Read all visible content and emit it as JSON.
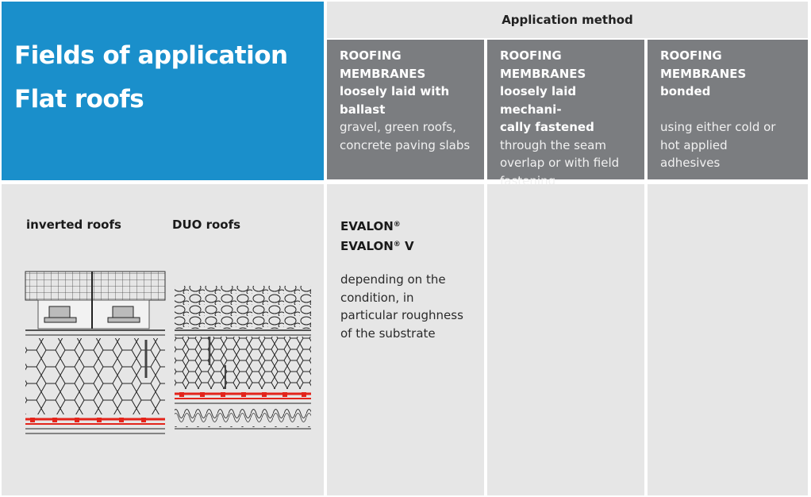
{
  "title": {
    "line1": "Fields of application",
    "line2": "Flat roofs"
  },
  "header": {
    "application_method": "Application method"
  },
  "columns": [
    {
      "title1": "ROOFING",
      "title2": "MEMBRANES",
      "bold_lines": [
        "loosely laid with",
        "ballast"
      ],
      "normal_lines": [
        "gravel, green roofs,",
        "concrete paving slabs"
      ]
    },
    {
      "title1": "ROOFING",
      "title2": "MEMBRANES",
      "bold_lines": [
        "loosely laid mechani-",
        "cally fastened"
      ],
      "normal_lines": [
        "through the seam",
        "overlap or with field",
        "fastening"
      ]
    },
    {
      "title1": "ROOFING",
      "title2": "MEMBRANES",
      "bold_lines": [
        "bonded"
      ],
      "normal_lines": [
        "",
        "using either cold or",
        "hot applied",
        "adhesives"
      ]
    }
  ],
  "roof_types": {
    "inverted": "inverted roofs",
    "duo": "DUO roofs"
  },
  "cell_ballast": {
    "product1": "EVALON",
    "product2": "EVALON",
    "product2_suffix": "V",
    "registered": "®",
    "condition_lines": [
      "depending on the",
      "condition, in",
      "particular roughness",
      "of the substrate"
    ]
  },
  "colors": {
    "title_blue": "#1a8fcb",
    "header_gray": "#7b7d80",
    "cell_gray": "#e6e6e6",
    "membrane_red": "#e3241b"
  }
}
